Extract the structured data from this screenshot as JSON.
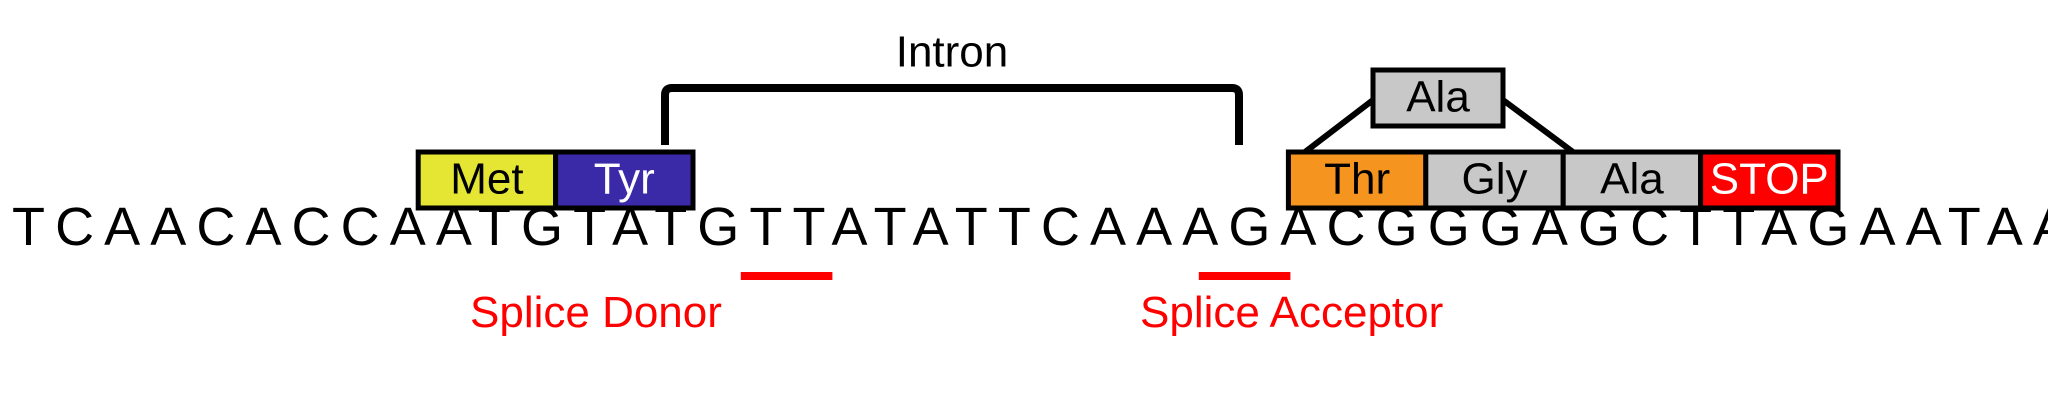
{
  "diagram": {
    "intron_label": "Intron",
    "sequence": "TCAACACCAATGTATGTTATATTCAAAGACGGGAGCTTAGAATAAA",
    "splice_donor": {
      "label": "Splice Donor",
      "start_index": 16,
      "length": 2,
      "color": "#ff0000"
    },
    "splice_acceptor": {
      "label": "Splice Acceptor",
      "start_index": 26,
      "length": 2,
      "color": "#ff0000"
    },
    "codons": [
      {
        "label": "Met",
        "start_index": 9,
        "fill": "#e5e533",
        "text_color": "#000000"
      },
      {
        "label": "Tyr",
        "start_index": 12,
        "fill": "#3a2aa8",
        "text_color": "#ffffff"
      },
      {
        "label": "Thr",
        "start_index": 28,
        "fill": "#f5941f",
        "text_color": "#000000"
      },
      {
        "label": "Gly",
        "start_index": 31,
        "fill": "#c8c8c8",
        "text_color": "#000000"
      },
      {
        "label": "Ala",
        "start_index": 34,
        "fill": "#c8c8c8",
        "text_color": "#000000"
      },
      {
        "label": "STOP",
        "start_index": 37,
        "fill": "#ff0000",
        "text_color": "#ffffff"
      }
    ],
    "alternative_codon": {
      "label": "Ala",
      "fill": "#c8c8c8",
      "text_color": "#000000",
      "replaces": "Gly"
    }
  }
}
